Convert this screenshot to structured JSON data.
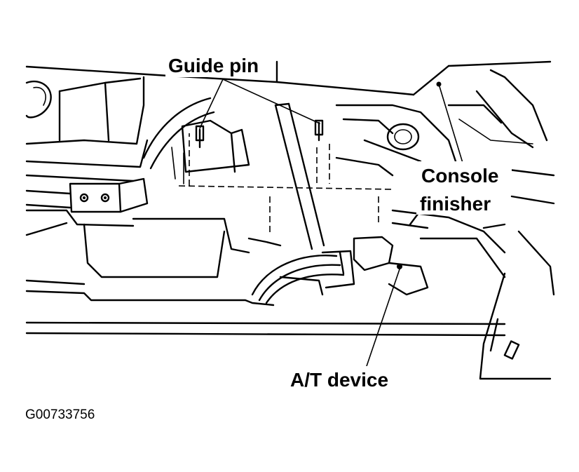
{
  "labels": {
    "guide_pin": "Guide pin",
    "console_finisher_line1": "Console",
    "console_finisher_line2": "finisher",
    "at_device": "A/T device"
  },
  "figure_code": "G00733756",
  "colors": {
    "ink": "#000000",
    "paper": "#ffffff"
  }
}
